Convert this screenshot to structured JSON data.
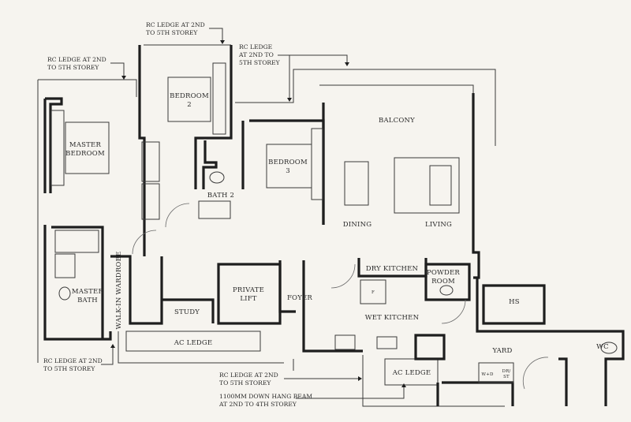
{
  "rooms": {
    "master_bedroom": [
      "MASTER",
      "BEDROOM"
    ],
    "bedroom_2": [
      "BEDROOM",
      "2"
    ],
    "bedroom_3": [
      "BEDROOM",
      "3"
    ],
    "bath_2": "BATH 2",
    "balcony": "BALCONY",
    "dining": "DINING",
    "living": "LIVING",
    "master_bath": [
      "MASTER",
      "BATH"
    ],
    "walk_in_wardrobe": "WALK-IN WARDROBE",
    "study": "STUDY",
    "private_lift": [
      "PRIVATE",
      "LIFT"
    ],
    "foyer": "FOYER",
    "dry_kitchen": "DRY KITCHEN",
    "powder_room": [
      "POWDER",
      "ROOM"
    ],
    "wet_kitchen": "WET KITCHEN",
    "hs": "HS",
    "yard": "YARD",
    "wc": "WC",
    "ac_ledge_left": "AC LEDGE",
    "ac_ledge_right": "AC LEDGE",
    "washer_dryer": "W+D",
    "dryer_stand": [
      "DR/",
      "ST"
    ],
    "fridge": "F"
  },
  "notes": {
    "top_left": [
      "RC LEDGE AT 2ND",
      "TO 5TH STOREY"
    ],
    "top_center": [
      "RC LEDGE AT 2ND",
      "TO 5TH STOREY"
    ],
    "top_right": [
      "RC LEDGE",
      "AT 2ND TO",
      "5TH STOREY"
    ],
    "bottom_left": [
      "RC LEDGE AT 2ND",
      "TO 5TH STOREY"
    ],
    "bottom_center": [
      "RC LEDGE AT 2ND",
      "TO 5TH STOREY"
    ],
    "beam": [
      "1100MM DOWN HANG BEAM",
      "AT 2ND TO 4TH STOREY"
    ]
  }
}
